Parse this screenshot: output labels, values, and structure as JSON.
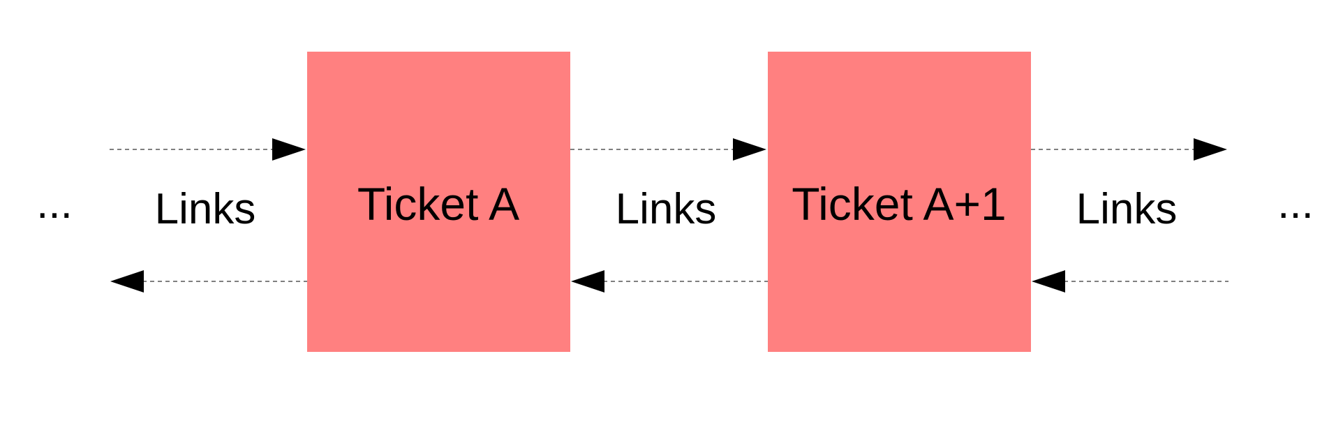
{
  "colors": {
    "ticket_fill": "#ff8080",
    "arrow": "#000000",
    "background": "#ffffff"
  },
  "nodes": [
    {
      "id": "left-ellipsis",
      "label": "..."
    },
    {
      "id": "ticket-a",
      "label": "Ticket A"
    },
    {
      "id": "ticket-a-plus-1",
      "label": "Ticket A+1"
    },
    {
      "id": "right-ellipsis",
      "label": "..."
    }
  ],
  "links": [
    {
      "label": "Links"
    },
    {
      "label": "Links"
    },
    {
      "label": "Links"
    }
  ]
}
